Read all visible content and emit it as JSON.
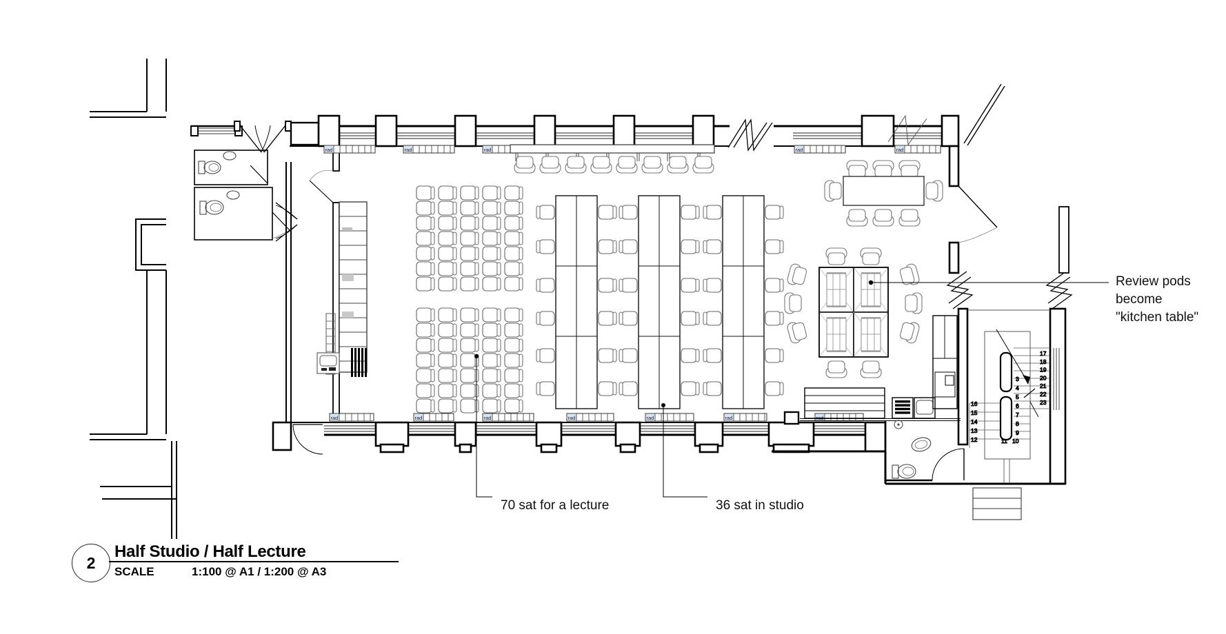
{
  "drawing": {
    "number": "2",
    "title": "Half Studio / Half Lecture",
    "scale_label": "SCALE",
    "scale_value": "1:100 @ A1 / 1:200 @ A3"
  },
  "annotations": {
    "lecture_seats": "70 sat for a lecture",
    "studio_seats": "36 sat in studio",
    "review_pods_line1": "Review pods",
    "review_pods_line2": "become",
    "review_pods_line3": "\"kitchen table\""
  },
  "labels": {
    "radiator": "rad"
  },
  "stairs": {
    "left_treads": [
      "12",
      "13",
      "14",
      "15",
      "16"
    ],
    "mid_treads": [
      "3",
      "4",
      "5",
      "6",
      "7",
      "8",
      "9",
      "10",
      "11"
    ],
    "right_treads": [
      "17",
      "18",
      "19",
      "20",
      "21",
      "22",
      "23"
    ]
  }
}
